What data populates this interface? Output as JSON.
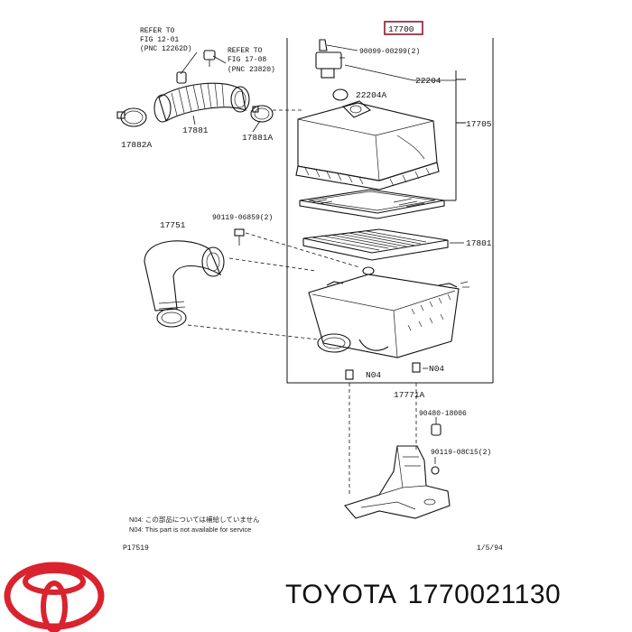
{
  "diagram": {
    "main_assembly_code": "17700",
    "labels": {
      "refer_fig_12": [
        "REFER TO",
        "FIG 12-01",
        "(PNC 12262D)"
      ],
      "refer_fig_17": [
        "REFER TO",
        "FIG 17-08",
        "(PNC 23820)"
      ],
      "bolt_90099": "90099-00299(2)",
      "sensor_22204": "22204",
      "ring_22204a": "22204A",
      "cover_17705": "17705",
      "hose_17881": "17881",
      "clamp_17882a": "17882A",
      "clamp_17881a": "17881A",
      "hose_17751": "17751",
      "bolt_90119_06859": "90119-06859(2)",
      "filter_17801": "17801",
      "n04_left": "N04",
      "n04_right": "N04",
      "bracket_17771a": "17771A",
      "grommet_90480": "90480-18006",
      "bolt_90119_08c15": "90119-08C15(2)"
    },
    "notes": [
      "N04: この部品については補給していません",
      "N04: This part is not available for service"
    ],
    "figure_code_left": "P17519",
    "figure_code_right": "1/5/94"
  },
  "footer": {
    "brand": "TOYOTA",
    "part_number": "1770021130",
    "logo_color": "#d9232e"
  }
}
